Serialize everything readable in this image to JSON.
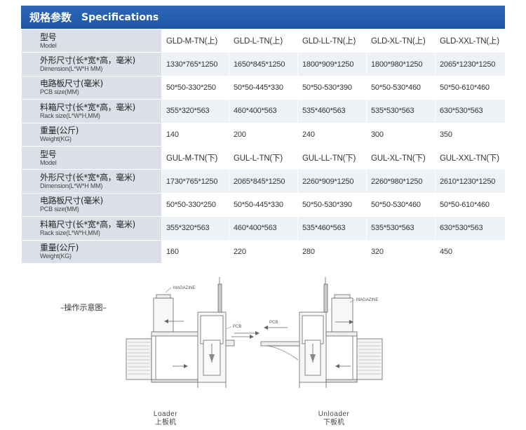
{
  "header": {
    "title_zh": "规格参数",
    "title_en": "Specifications"
  },
  "table": {
    "sections": [
      {
        "rows": [
          {
            "label_zh": "型号",
            "label_en": "Model",
            "values": [
              "GLD-M-TN(上)",
              "GLD-L-TN(上)",
              "GLD-LL-TN(上)",
              "GLD-XL-TN(上)",
              "GLD-XXL-TN(上)"
            ]
          },
          {
            "label_zh": "外形尺寸(长*宽*高，毫米)",
            "label_en": "Dimension(L*W*H MM)",
            "values": [
              "1330*765*1250",
              "1650*845*1250",
              "1800*909*1250",
              "1800*980*1250",
              "2065*1230*1250"
            ]
          },
          {
            "label_zh": "电路板尺寸(毫米)",
            "label_en": "PCB size(MM)",
            "values": [
              "50*50-330*250",
              "50*50-445*330",
              "50*50-530*390",
              "50*50-530*460",
              "50*50-610*460"
            ]
          },
          {
            "label_zh": "料箱尺寸(长*宽*高，毫米)",
            "label_en": "Rack size(L*W*H,MM)",
            "values": [
              "355*320*563",
              "460*400*563",
              "535*460*563",
              "535*530*563",
              "630*530*563"
            ]
          },
          {
            "label_zh": "重量(公斤)",
            "label_en": "Weight(KG)",
            "values": [
              "140",
              "200",
              "240",
              "300",
              "350"
            ]
          }
        ]
      },
      {
        "rows": [
          {
            "label_zh": "型号",
            "label_en": "Model",
            "values": [
              "GUL-M-TN(下)",
              "GUL-L-TN(下)",
              "GUL-LL-TN(下)",
              "GUL-XL-TN(下)",
              "GUL-XXL-TN(下)"
            ]
          },
          {
            "label_zh": "外形尺寸(长*宽*高，毫米)",
            "label_en": "Dimension(L*W*H MM)",
            "values": [
              "1730*765*1250",
              "2065*845*1250",
              "2260*909*1250",
              "2260*980*1250",
              "2610*1230*1250"
            ]
          },
          {
            "label_zh": "电路板尺寸(毫米)",
            "label_en": "PCB size(MM)",
            "values": [
              "50*50-330*250",
              "50*50-445*330",
              "50*50-530*390",
              "50*50-530*460",
              "50*50-610*460"
            ]
          },
          {
            "label_zh": "料箱尺寸(长*宽*高，毫米)",
            "label_en": "Rack size(L*W*H,MM)",
            "values": [
              "355*320*563",
              "460*400*563",
              "535*460*563",
              "535*530*563",
              "630*530*563"
            ]
          },
          {
            "label_zh": "重量(公斤)",
            "label_en": "Weight(KG)",
            "values": [
              "160",
              "220",
              "280",
              "320",
              "450"
            ]
          }
        ]
      }
    ]
  },
  "diagram": {
    "caption": "–操作示意图–",
    "loader": {
      "label_en": "Loader",
      "label_zh": "上板机",
      "magazine_label": "MAGAZINE",
      "pcb_label": "PCB"
    },
    "unloader": {
      "label_en": "Unloader",
      "label_zh": "下板机",
      "magazine_label": "MAGAZINE",
      "pcb_label": "PCB"
    }
  },
  "colors": {
    "header_bg": "#1e57a7",
    "label_bg": "#dbe0e8",
    "row_shade": "#eef1f5"
  }
}
